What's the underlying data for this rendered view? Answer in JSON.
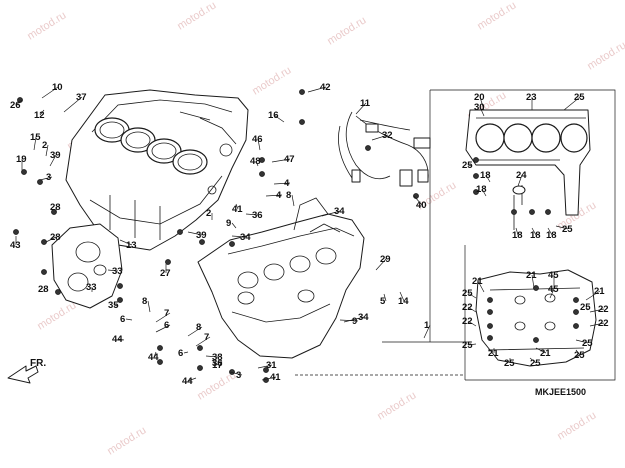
{
  "diagram": {
    "code": "MKJEE1500",
    "front_label": "FR.",
    "watermark": "motod.ru",
    "callouts": [
      "1",
      "2",
      "3",
      "4",
      "5",
      "6",
      "7",
      "8",
      "9",
      "10",
      "11",
      "12",
      "13",
      "14",
      "15",
      "16",
      "17",
      "18",
      "19",
      "20",
      "21",
      "22",
      "23",
      "24",
      "25",
      "26",
      "27",
      "28",
      "29",
      "30",
      "31",
      "32",
      "33",
      "34",
      "35",
      "36",
      "37",
      "38",
      "39",
      "40",
      "41",
      "42",
      "43",
      "44",
      "45",
      "46",
      "47",
      "48"
    ]
  }
}
